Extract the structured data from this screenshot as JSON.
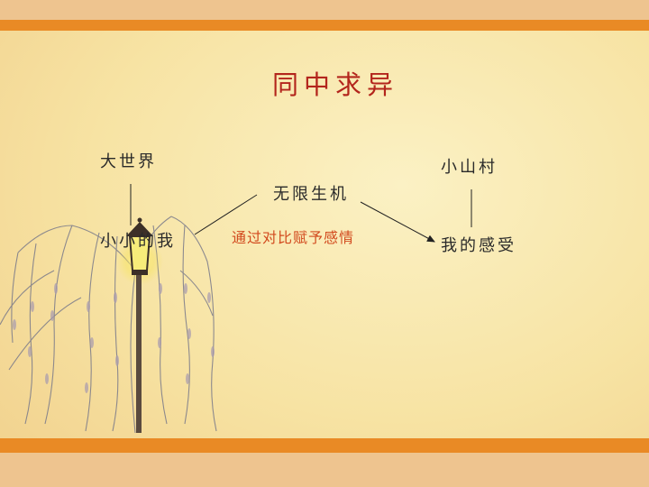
{
  "slide": {
    "title": "同中求异",
    "labels": {
      "top_left": "大世界",
      "bottom_left": "小小的我",
      "center": "无限生机",
      "top_right": "小山村",
      "bottom_right": "我的感受"
    },
    "note": "通过对比赋予感情"
  },
  "colors": {
    "title": "#b3251c",
    "note": "#d24a1e",
    "label": "#2a2a2a",
    "band_dark": "#e98a25",
    "band_light": "#eec48f"
  }
}
